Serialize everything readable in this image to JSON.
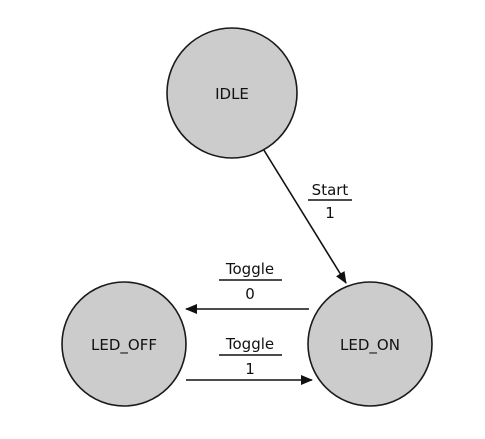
{
  "states": {
    "idle": "IDLE",
    "led_off": "LED_OFF",
    "led_on": "LED_ON"
  },
  "transitions": {
    "idle_to_on": {
      "event": "Start",
      "output": "1"
    },
    "on_to_off": {
      "event": "Toggle",
      "output": "0"
    },
    "off_to_on": {
      "event": "Toggle",
      "output": "1"
    }
  },
  "colors": {
    "state_fill": "#cccccc",
    "stroke": "#111111"
  }
}
